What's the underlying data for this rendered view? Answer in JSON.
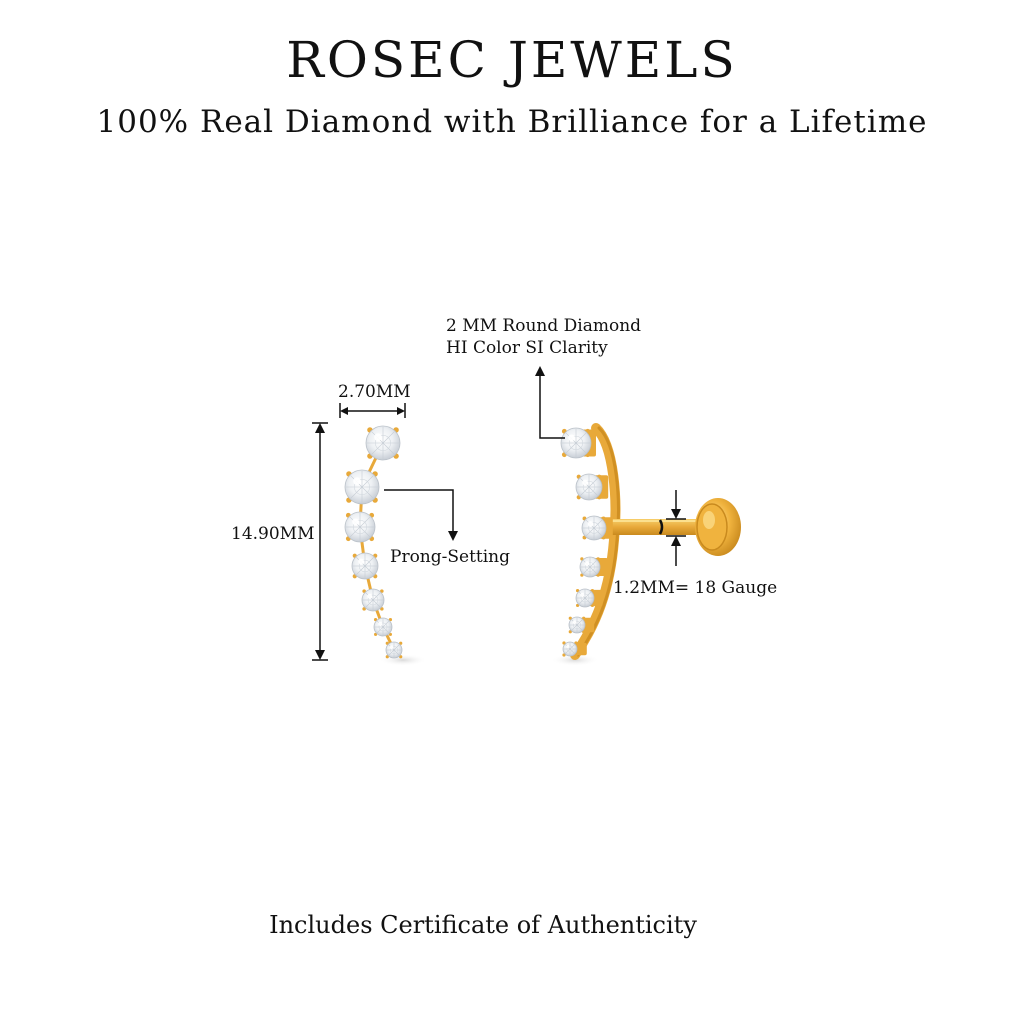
{
  "header": {
    "brand": "ROSEC JEWELS",
    "tagline": "100% Real Diamond with Brilliance for a Lifetime"
  },
  "annotations": {
    "width": "2.70MM",
    "length": "14.90MM",
    "setting": "Prong-Setting",
    "stone_line1": "2 MM Round Diamond",
    "stone_line2": "HI Color SI Clarity",
    "gauge": "1.2MM= 18 Gauge"
  },
  "footer": {
    "text": "Includes Certificate of Authenticity"
  },
  "colors": {
    "gold": "#e8a93a",
    "gold_dark": "#c98a1e",
    "gold_light": "#f7cf6a",
    "diamond": "#eef1f4",
    "line": "#111111"
  }
}
